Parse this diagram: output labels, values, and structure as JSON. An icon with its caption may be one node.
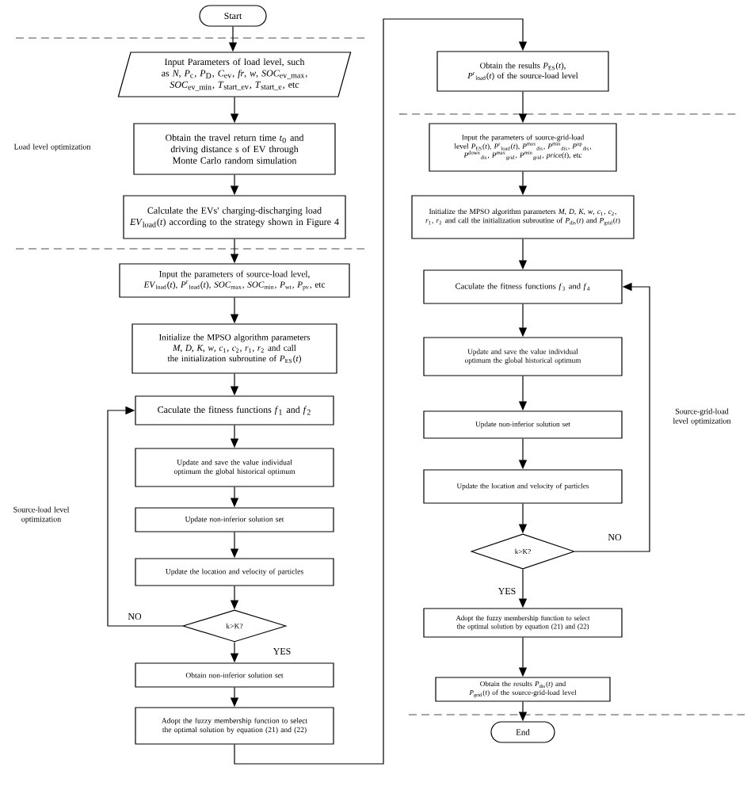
{
  "diagram": {
    "nodes": [
      {
        "text": [
          "Start"
        ]
      },
      {
        "text": [
          "Input Parameters of load level, such as *N*, *P*$_{c}$, *P*$_{D}$, *C*$_{ev}$, *fr*, *w*, *SOC*$_{ev_max}$, *SOC*$_{ev_min}$, *T*$_{start_ev}$, *T*$_{start_e}$, etc"
        ]
      },
      {
        "text": [
          "Obtain the travel return time *t*$_{0}$ and driving distance s of EV through Monte Carlo random simulation"
        ]
      },
      {
        "text": [
          "Calculate the EVs' charging-discharging load *EV*$_{load}$(*t*) according to the strategy shown in Figure 4"
        ]
      },
      {
        "text": [
          "Input the parameters of source-load level, *EV*$_{load}$(*t*), *P*$^{r}$$_{load}$(*t*), *SOC*$_{max}$, *SOC*$_{min}$, *P*$_{wt}$, *P*$_{pv}$, etc"
        ]
      },
      {
        "text": [
          "Initialize the MPSO algorithm parameters *M*, *D*, *K*, *w*, *c*$_{1}$, *c*$_{2}$, *r*$_{1}$, *r*$_{2}$ and call the initialization subroutine of *P*$_{ES}$(*t*)"
        ]
      },
      {
        "text": [
          "Caculate the fitness functions *f*$_{1}$ and *f*$_{2}$"
        ]
      },
      {
        "text": [
          "Update and save the value individual optimum the global historical optimum"
        ]
      },
      {
        "text": [
          "Update non-inferior solution set"
        ]
      },
      {
        "text": [
          "Update the location and velocity of particles"
        ]
      },
      {
        "text": [
          "k>K?"
        ]
      },
      {
        "text": [
          "Obtain non-inferior solution set"
        ]
      },
      {
        "text": [
          "Adopt the fuzzy membership function to select the optimal solution by equation (21) and (22)"
        ]
      },
      {
        "text": [
          "Obtain the results *P*$_{ES}$(*t*), *P*$^{r}$$_{load}$(*t*) of the source-load level"
        ]
      },
      {
        "text": [
          "Input the parameters of source-grid-load level *P*$_{ES}$(*t*), *P*$^{r}$$_{load}$(*t*), *P*$^{max}$$_{dis}$, *P*$^{min}$$_{dis}$, *P*$^{up}$$_{dis}$, *P*$^{down}$$_{dis}$, *P*$^{max}$$_{grid}$, *P*$^{min}$$_{grid}$, *price*(*t*), etc"
        ]
      },
      {
        "text": [
          "Initialize the MPSO algorithm parameters *M*, *D*, *K*, *w*, *c*$_{1}$, *c*$_{2}$, *r*$_{1}$, *r*$_{2}$ and call the initialization subroutine of *P*$_{dis}$(*t*) and *P*$_{grid}$(*t*)"
        ]
      },
      {
        "text": [
          "Caculate the fitness functions *f*$_{3}$ and *f*$_{4}$"
        ]
      },
      {
        "text": [
          "Update and save the value individual optimum the global historical optimum"
        ]
      },
      {
        "text": [
          "Update non-inferior solution set"
        ]
      },
      {
        "text": [
          "Update the location and velocity of particles"
        ]
      },
      {
        "text": [
          "k>K?"
        ]
      },
      {
        "text": [
          "Adopt the fuzzy membership function to select the optimal solution by equation (21) and (22)"
        ]
      },
      {
        "text": [
          "Obtain the results *P*$_{dis}$(*t*) and *P*$_{grid}$(*t*) of the source-grid-load level"
        ]
      },
      {
        "text": [
          "End"
        ]
      }
    ],
    "edges": [
      {
        "from": 0,
        "to": 1,
        "arrow": "to"
      },
      {
        "from": 1,
        "to": 2,
        "arrow": "to"
      },
      {
        "from": 2,
        "to": 3,
        "arrow": "to"
      },
      {
        "from": 3,
        "to": 4,
        "arrow": "to"
      },
      {
        "from": 4,
        "to": 5,
        "arrow": "to"
      },
      {
        "from": 5,
        "to": 6,
        "arrow": "to"
      },
      {
        "from": 6,
        "to": 7,
        "arrow": "to"
      },
      {
        "from": 7,
        "to": 8,
        "arrow": "to"
      },
      {
        "from": 8,
        "to": 9,
        "arrow": "to"
      },
      {
        "from": 9,
        "to": 10,
        "arrow": "to"
      },
      {
        "from": 10,
        "to": 6,
        "arrow": "to",
        "label": "NO"
      },
      {
        "from": 10,
        "to": 11,
        "arrow": "to",
        "label": "YES"
      },
      {
        "from": 11,
        "to": 12,
        "arrow": "to"
      },
      {
        "from": 12,
        "to": 13,
        "arrow": "to"
      },
      {
        "from": 13,
        "to": 14,
        "arrow": "to"
      },
      {
        "from": 14,
        "to": 15,
        "arrow": "to"
      },
      {
        "from": 15,
        "to": 16,
        "arrow": "to"
      },
      {
        "from": 16,
        "to": 17,
        "arrow": "to"
      },
      {
        "from": 17,
        "to": 18,
        "arrow": "to"
      },
      {
        "from": 18,
        "to": 19,
        "arrow": "to"
      },
      {
        "from": 19,
        "to": 20,
        "arrow": "to"
      },
      {
        "from": 20,
        "to": 16,
        "arrow": "to",
        "label": "NO"
      },
      {
        "from": 20,
        "to": 21,
        "arrow": "to",
        "label": "YES"
      },
      {
        "from": 21,
        "to": 22,
        "arrow": "to"
      },
      {
        "from": 22,
        "to": 23,
        "arrow": "to"
      }
    ],
    "labels": [
      "Load level optimization",
      "Source-load level optimization",
      "Source-grid-load level optimization"
    ]
  }
}
